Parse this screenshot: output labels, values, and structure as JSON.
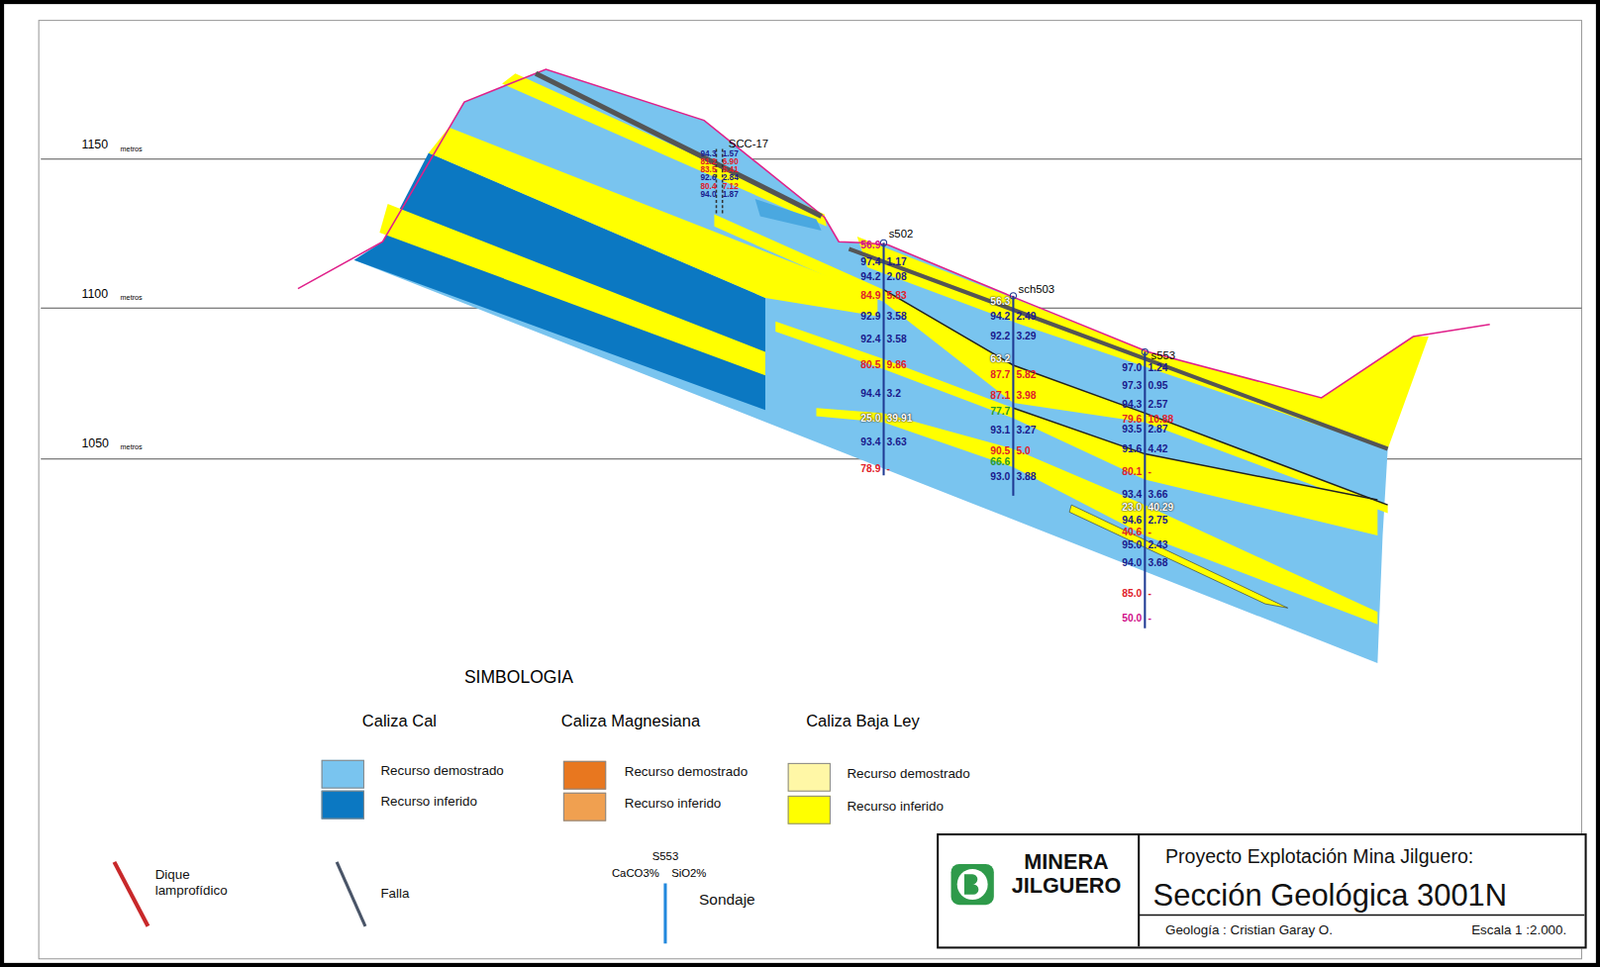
{
  "diagram": {
    "nodes": [
      {
        "text": [
          "MINERA JILGUERO",
          "Proyecto Explotación Mina Jilguero:",
          "Sección Geológica 3001N",
          "Geología : Cristian Garay O.",
          "Escala 1 :2.000."
        ]
      }
    ],
    "labels": [
      "1150",
      "metros",
      "1100",
      "metros",
      "1050",
      "metros",
      "SIMBOLOGIA",
      "Caliza Cal",
      "Caliza Magnesiana",
      "Caliza Baja Ley",
      "SCC-17",
      "s502",
      "sch503",
      "s553",
      "S553",
      "CaCO3%",
      "SiO2%",
      "94.3",
      "1.57",
      "81.2",
      "6.90",
      "83.5",
      "5.41",
      "92.6",
      "2.84",
      "80.4",
      "7.12",
      "94.0",
      "1.87",
      "56.9",
      "97.4",
      "1.17",
      "94.2",
      "2.08",
      "84.9",
      "5.83",
      "92.9",
      "3.58",
      "92.4",
      "3.58",
      "80.5",
      "9.86",
      "94.4",
      "3.2",
      "25.0",
      "39.91",
      "93.4",
      "3.63",
      "78.9",
      "-",
      "56.3",
      "94.2",
      "2.49",
      "92.2",
      "3.29",
      "63.2",
      "87.7",
      "5.82",
      "87.1",
      "3.98",
      "77.7",
      "93.1",
      "3.27",
      "90.5",
      "5.0",
      "66.6",
      "93.0",
      "3.88",
      "97.0",
      "1.24",
      "97.3",
      "0.95",
      "94.3",
      "2.57",
      "79.6",
      "10.88",
      "93.5",
      "2.87",
      "91.6",
      "4.42",
      "80.1",
      "-",
      "93.4",
      "3.66",
      "23.0",
      "40.29",
      "94.6",
      "2.75",
      "40.6",
      "-",
      "95.0",
      "2.43",
      "94.0",
      "3.68",
      "85.0",
      "-",
      "50.0",
      "-"
    ],
    "legend": [
      {
        "text": "Recurso demostrado",
        "color": "#79c4ef"
      },
      {
        "text": "Recurso inferido",
        "color": "#0b78c2"
      },
      {
        "text": "Recurso demostrado",
        "color": "#e8771f"
      },
      {
        "text": "Recurso inferido",
        "color": "#f0a050"
      },
      {
        "text": "Recurso demostrado",
        "color": "#fff7a6"
      },
      {
        "text": "Recurso inferido",
        "color": "#ffff00"
      },
      {
        "text": "Dique lamprofídico"
      },
      {
        "text": "Falla"
      },
      {
        "text": "Sondaje"
      }
    ]
  }
}
